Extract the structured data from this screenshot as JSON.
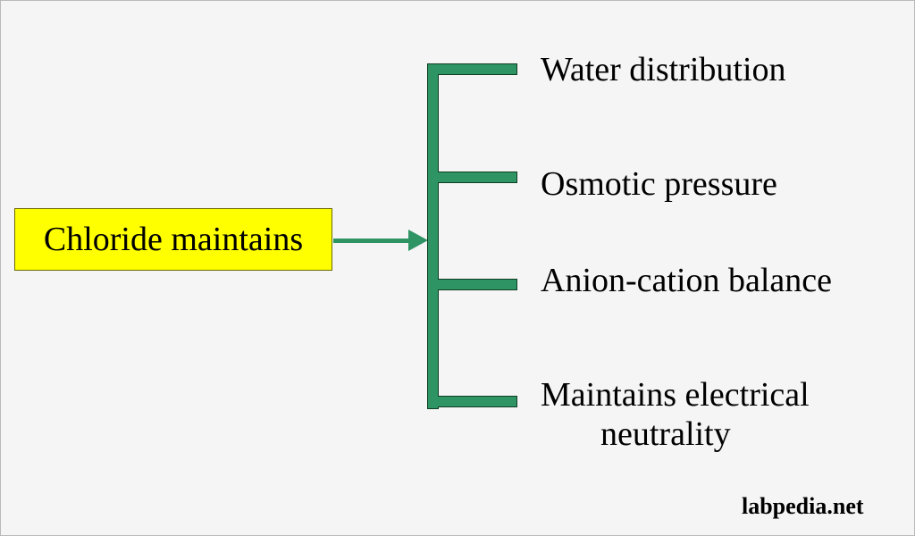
{
  "diagram": {
    "source": "Chloride maintains",
    "items": [
      {
        "label": "Water distribution"
      },
      {
        "label": "Osmotic pressure"
      },
      {
        "label": "Anion-cation balance"
      },
      {
        "label": "Maintains electrical",
        "label_line2": "neutrality"
      }
    ]
  },
  "watermark": "labpedia.net",
  "colors": {
    "source_box_fill": "#ffff00",
    "connector_green": "#2e9464",
    "background": "#f5f5f5"
  }
}
